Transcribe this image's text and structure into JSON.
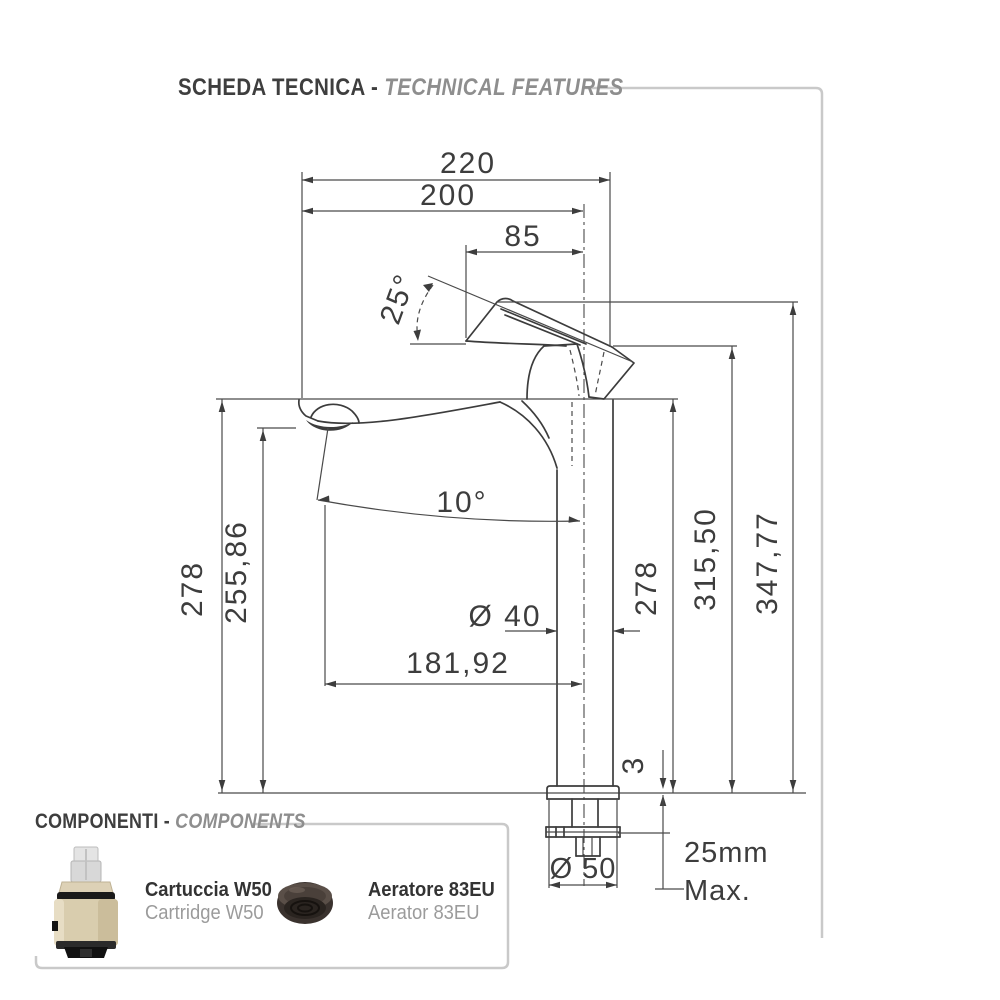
{
  "header": {
    "title_it": "SCHEDA TECNICA",
    "separator": " - ",
    "title_en": "TECHNICAL FEATURES"
  },
  "drawing": {
    "dims": {
      "overall_depth": "220",
      "spout_to_center": "200",
      "handle_projection": "85",
      "handle_angle": "25°",
      "spout_angle": "10°",
      "height_left": "278",
      "spout_outlet_height": "255,86",
      "height_right": "278",
      "body_top_height": "315,50",
      "total_height": "347,77",
      "body_diameter": "Ø 40",
      "spout_reach": "181,92",
      "flange_thickness": "3",
      "base_diameter": "Ø 50",
      "counter_max_line1": "25mm",
      "counter_max_line2": "Max."
    }
  },
  "components": {
    "title_it": "COMPONENTI",
    "separator": " - ",
    "title_en": "COMPONENTS",
    "items": [
      {
        "name_it": "Cartuccia W50",
        "name_en": "Cartridge W50",
        "icon": "cartridge-photo"
      },
      {
        "name_it": "Aeratore 83EU",
        "name_en": "Aerator 83EU",
        "icon": "aerator-photo"
      }
    ]
  },
  "colors": {
    "line": "#3c3c3c",
    "frame_gray": "#c9c9c9",
    "title_dark": "#3e3e3e",
    "title_gray": "#8e8e8e",
    "cartridge_beige": "#d9cdae",
    "aerator_bronze": "#4a403a"
  }
}
